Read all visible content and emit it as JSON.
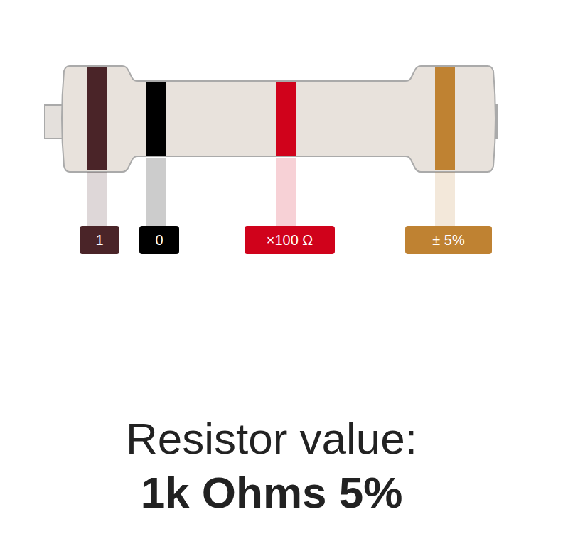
{
  "diagram": {
    "nodes": [
      {
        "text": [
          "1"
        ]
      },
      {
        "text": [
          "0"
        ]
      },
      {
        "text": [
          "×100 Ω"
        ]
      },
      {
        "text": [
          "± 5%"
        ]
      }
    ],
    "labels": [
      "Resistor value:",
      "1k Ohms 5%"
    ]
  }
}
